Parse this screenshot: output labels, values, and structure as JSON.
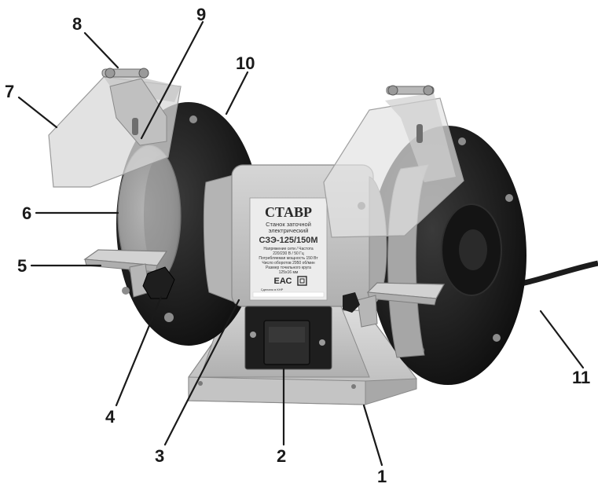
{
  "product": {
    "brand": "СТАВР",
    "title_line1": "Станок заточной",
    "title_line2": "электрический",
    "model": "СЗЭ-125/150М",
    "spec_line1": "Напряжение сети / Частота",
    "spec_line2": "220/230 В / 50 Гц",
    "spec_line3": "Потребляемая мощность 150 Вт",
    "spec_line4": "Число оборотов 2950 об/мин",
    "spec_line5": "Размер точильного круга",
    "spec_line6": "125х16 мм",
    "cert_mark": "ЕАС",
    "made_in": "Сделано в КНР"
  },
  "callouts": [
    {
      "id": "callout-1",
      "label": "1"
    },
    {
      "id": "callout-2",
      "label": "2"
    },
    {
      "id": "callout-3",
      "label": "3"
    },
    {
      "id": "callout-4",
      "label": "4"
    },
    {
      "id": "callout-5",
      "label": "5"
    },
    {
      "id": "callout-6",
      "label": "6"
    },
    {
      "id": "callout-7",
      "label": "7"
    },
    {
      "id": "callout-8",
      "label": "8"
    },
    {
      "id": "callout-9",
      "label": "9"
    },
    {
      "id": "callout-10",
      "label": "10"
    },
    {
      "id": "callout-11",
      "label": "11"
    }
  ]
}
